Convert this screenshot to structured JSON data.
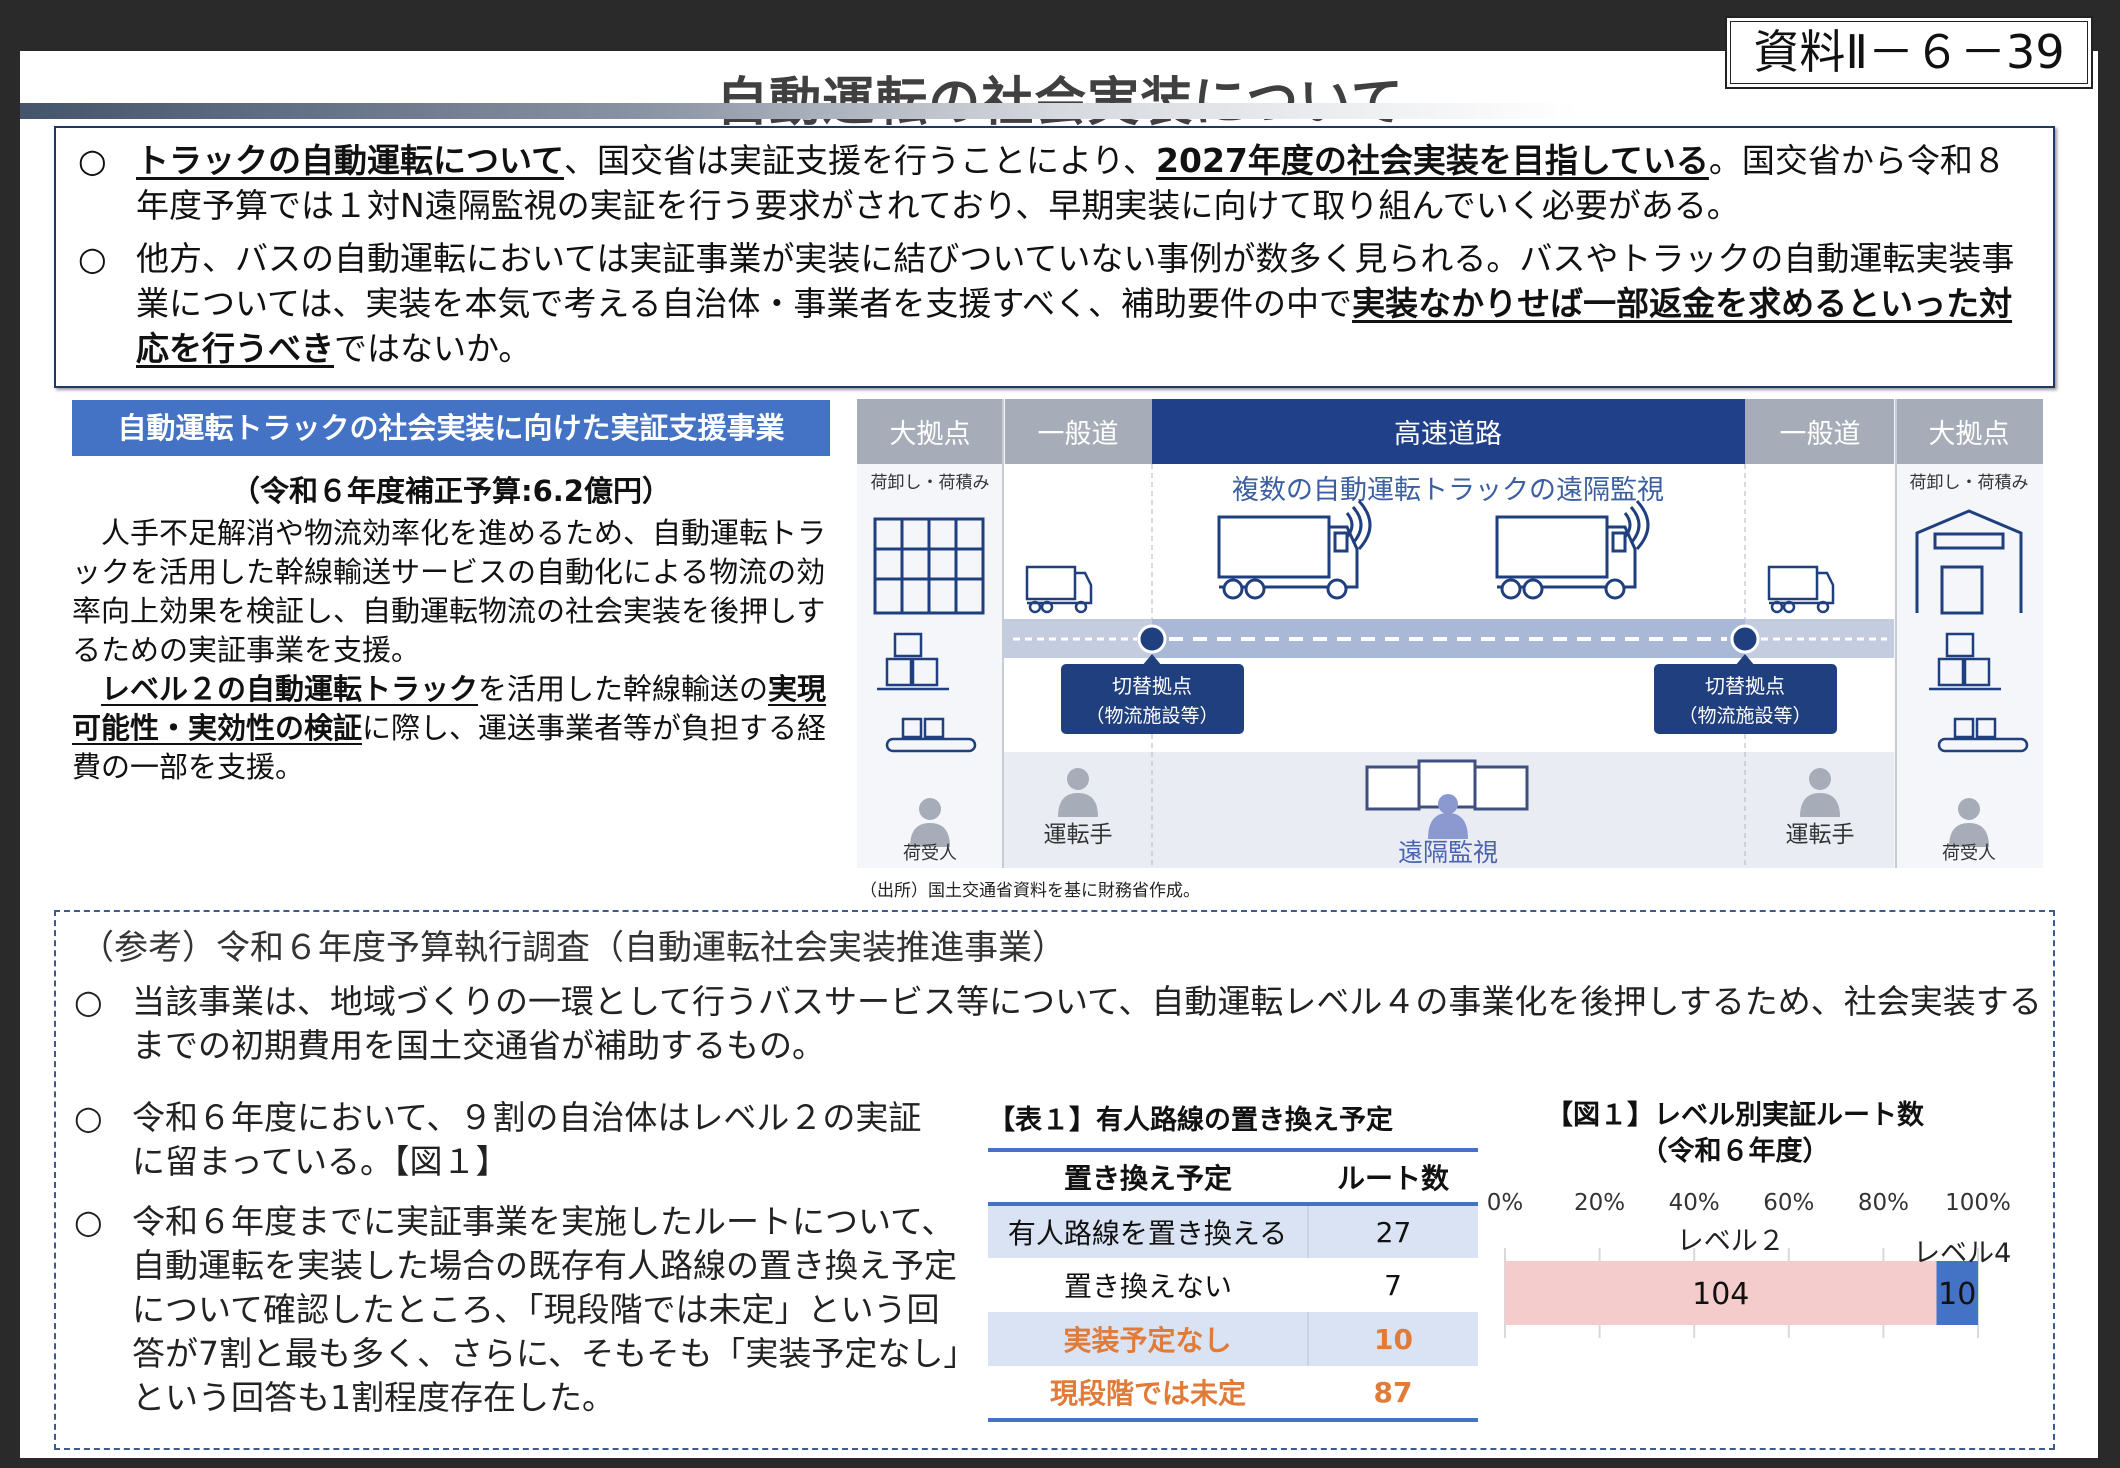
{
  "header": {
    "title": "自動運転の社会実装について",
    "doc_ref": "資料Ⅱ－６－39"
  },
  "summary": {
    "bullet_mark": "○",
    "bullets": [
      {
        "segments": [
          {
            "t": "トラックの自動運転について",
            "b": true
          },
          {
            "t": "、国交省は実証支援を行うことにより、"
          },
          {
            "t": "2027年度の社会実装を目指している",
            "b": true
          },
          {
            "t": "。国交省から令和８年度予算では１対N遠隔監視の実証を行う要求がされており、早期実装に向けて取り組んでいく必要がある。"
          }
        ]
      },
      {
        "segments": [
          {
            "t": "他方、バスの自動運転においては実証事業が実装に結びついていない事例が数多く見られる。バスやトラックの自動運転実装事業については、実装を本気で考える自治体・事業者を支援すべく、補助要件の中で"
          },
          {
            "t": "実装なかりせば一部返金を求めるといった対応を行うべき",
            "b": true
          },
          {
            "t": "ではないか。"
          }
        ]
      }
    ]
  },
  "program": {
    "heading": "自動運転トラックの社会実装に向けた実証支援事業",
    "budget": "（令和６年度補正予算:6.2億円）",
    "para1": "人手不足解消や物流効率化を進めるため、自動運転トラックを活用した幹線輸送サービスの自動化による物流の効率向上効果を検証し、自動運転物流の社会実装を後押しするための実証事業を支援。",
    "para2": [
      {
        "t": "レベル２の自動運転トラック",
        "b": true
      },
      {
        "t": "を活用した幹線輸送の"
      },
      {
        "t": "実現可能性・実効性の検証",
        "b": true
      },
      {
        "t": "に際し、運送事業者等が負担する経費の一部を支援。"
      }
    ]
  },
  "diagram": {
    "columns": [
      "大拠点",
      "一般道",
      "高速道路",
      "一般道",
      "大拠点"
    ],
    "load_label": "荷卸し・荷積み",
    "highway_caption": "複数の自動運転トラックの遠隔監視",
    "switch_point": "切替拠点",
    "switch_sub": "（物流施設等）",
    "driver": "運転手",
    "receiver": "荷受人",
    "remote": "遠隔監視",
    "source": "（出所）国土交通省資料を基に財務省作成。"
  },
  "reference": {
    "title": "（参考）令和６年度予算執行調査（自動運転社会実装推進事業）",
    "bullets": [
      "当該事業は、地域づくりの一環として行うバスサービス等について、自動運転レベル４の事業化を後押しするため、社会実装するまでの初期費用を国土交通省が補助するもの。",
      "令和６年度において、９割の自治体はレベル２の実証に留まっている。【図１】",
      "令和６年度までに実証事業を実施したルートについて、自動運転を実装した場合の既存有人路線の置き換え予定について確認したところ、「現段階では未定」という回答が7割と最も多く、さらに、そもそも「実装予定なし」という回答も1割程度存在した。"
    ]
  },
  "table": {
    "title": "【表１】有人路線の置き換え予定",
    "headers": [
      "置き換え予定",
      "ルート数"
    ],
    "rows": [
      [
        "有人路線を置き換える",
        "27"
      ],
      [
        "置き換えない",
        "7"
      ],
      [
        "実装予定なし",
        "10"
      ],
      [
        "現段階では未定",
        "87"
      ]
    ]
  },
  "chart_data": {
    "type": "bar",
    "orientation": "horizontal",
    "stacked": "percent",
    "title": "【図１】レベル別実証ルート数",
    "subtitle": "（令和６年度）",
    "xlim": [
      0,
      100
    ],
    "ticks": [
      "0%",
      "20%",
      "40%",
      "60%",
      "80%",
      "100%"
    ],
    "grid": true,
    "series": [
      {
        "name": "レベル２",
        "value": 104,
        "color": "#f4cccc"
      },
      {
        "name": "レベル4",
        "value": 10,
        "color": "#4472c4"
      }
    ]
  }
}
